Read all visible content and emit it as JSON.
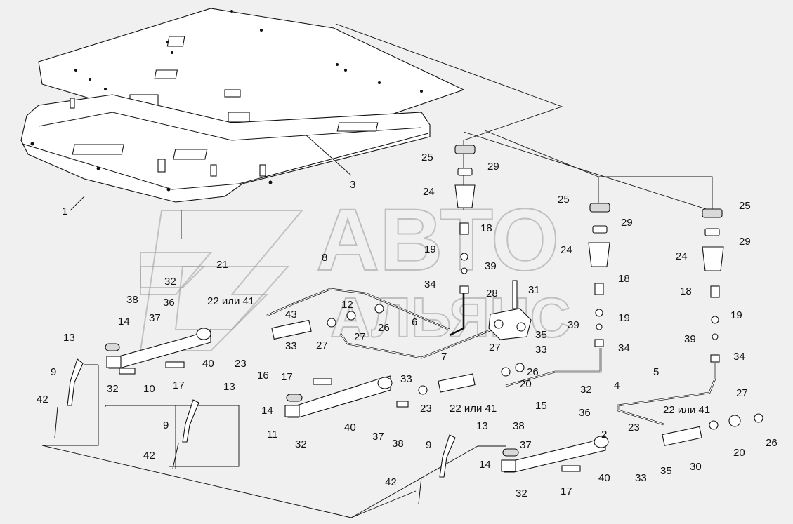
{
  "watermark": {
    "line1": "АВТО",
    "line2": "АЛЬЯНС"
  },
  "colors": {
    "background": "#f0f0f0",
    "ink": "#111111",
    "watermark": "#9a9a9a"
  },
  "callouts": [
    {
      "id": "c1",
      "text": "1"
    },
    {
      "id": "c3",
      "text": "3"
    },
    {
      "id": "c25a",
      "text": "25"
    },
    {
      "id": "c29a",
      "text": "29"
    },
    {
      "id": "c24a",
      "text": "24"
    },
    {
      "id": "c18a",
      "text": "18"
    },
    {
      "id": "c19a",
      "text": "19"
    },
    {
      "id": "c39a",
      "text": "39"
    },
    {
      "id": "c34a",
      "text": "34"
    },
    {
      "id": "c25b",
      "text": "25"
    },
    {
      "id": "c29b",
      "text": "29"
    },
    {
      "id": "c24b",
      "text": "24"
    },
    {
      "id": "c18b",
      "text": "18"
    },
    {
      "id": "c19b",
      "text": "19"
    },
    {
      "id": "c39b",
      "text": "39"
    },
    {
      "id": "c34b",
      "text": "34"
    },
    {
      "id": "c25c",
      "text": "25"
    },
    {
      "id": "c29c",
      "text": "29"
    },
    {
      "id": "c24c",
      "text": "24"
    },
    {
      "id": "c18c",
      "text": "18"
    },
    {
      "id": "c19c",
      "text": "19"
    },
    {
      "id": "c39c",
      "text": "39"
    },
    {
      "id": "c34c",
      "text": "34"
    },
    {
      "id": "c21",
      "text": "21"
    },
    {
      "id": "c8",
      "text": "8"
    },
    {
      "id": "c32a",
      "text": "32"
    },
    {
      "id": "c38a",
      "text": "38"
    },
    {
      "id": "c36a",
      "text": "36"
    },
    {
      "id": "c37a",
      "text": "37"
    },
    {
      "id": "c2241a",
      "text": "22 или 41"
    },
    {
      "id": "c43",
      "text": "43"
    },
    {
      "id": "c12",
      "text": "12"
    },
    {
      "id": "c26a",
      "text": "26"
    },
    {
      "id": "c27a",
      "text": "27"
    },
    {
      "id": "c27b",
      "text": "27"
    },
    {
      "id": "c28",
      "text": "28"
    },
    {
      "id": "c31",
      "text": "31"
    },
    {
      "id": "c6",
      "text": "6"
    },
    {
      "id": "c35a",
      "text": "35"
    },
    {
      "id": "c33a",
      "text": "33"
    },
    {
      "id": "c7",
      "text": "7"
    },
    {
      "id": "c27c",
      "text": "27"
    },
    {
      "id": "c26b",
      "text": "26"
    },
    {
      "id": "c20a",
      "text": "20"
    },
    {
      "id": "c4",
      "text": "4"
    },
    {
      "id": "c14a",
      "text": "14"
    },
    {
      "id": "c13a",
      "text": "13"
    },
    {
      "id": "c33b",
      "text": "33"
    },
    {
      "id": "c23a",
      "text": "23"
    },
    {
      "id": "c40a",
      "text": "40"
    },
    {
      "id": "c16",
      "text": "16"
    },
    {
      "id": "c9a",
      "text": "9"
    },
    {
      "id": "c32b",
      "text": "32"
    },
    {
      "id": "c10",
      "text": "10"
    },
    {
      "id": "c17a",
      "text": "17"
    },
    {
      "id": "c42a",
      "text": "42"
    },
    {
      "id": "c17b",
      "text": "17"
    },
    {
      "id": "c13b",
      "text": "13"
    },
    {
      "id": "c33c",
      "text": "33"
    },
    {
      "id": "c14b",
      "text": "14"
    },
    {
      "id": "c23b",
      "text": "23"
    },
    {
      "id": "c2241b",
      "text": "22 или 41"
    },
    {
      "id": "c9b",
      "text": "9"
    },
    {
      "id": "c11",
      "text": "11"
    },
    {
      "id": "c40b",
      "text": "40"
    },
    {
      "id": "c32c",
      "text": "32"
    },
    {
      "id": "c37b",
      "text": "37"
    },
    {
      "id": "c38b",
      "text": "38"
    },
    {
      "id": "c42b",
      "text": "42"
    },
    {
      "id": "c32d",
      "text": "32"
    },
    {
      "id": "c36b",
      "text": "36"
    },
    {
      "id": "c15",
      "text": "15"
    },
    {
      "id": "c2",
      "text": "2"
    },
    {
      "id": "c5",
      "text": "5"
    },
    {
      "id": "c27d",
      "text": "27"
    },
    {
      "id": "c2241c",
      "text": "22 или 41"
    },
    {
      "id": "c23c",
      "text": "23"
    },
    {
      "id": "c38c",
      "text": "38"
    },
    {
      "id": "c37c",
      "text": "37"
    },
    {
      "id": "c13c",
      "text": "13"
    },
    {
      "id": "c9c",
      "text": "9"
    },
    {
      "id": "c14c",
      "text": "14"
    },
    {
      "id": "c26c",
      "text": "26"
    },
    {
      "id": "c20b",
      "text": "20"
    },
    {
      "id": "c30",
      "text": "30"
    },
    {
      "id": "c35b",
      "text": "35"
    },
    {
      "id": "c33d",
      "text": "33"
    },
    {
      "id": "c40c",
      "text": "40"
    },
    {
      "id": "c17c",
      "text": "17"
    },
    {
      "id": "c42c",
      "text": "42"
    },
    {
      "id": "c32e",
      "text": "32"
    }
  ]
}
